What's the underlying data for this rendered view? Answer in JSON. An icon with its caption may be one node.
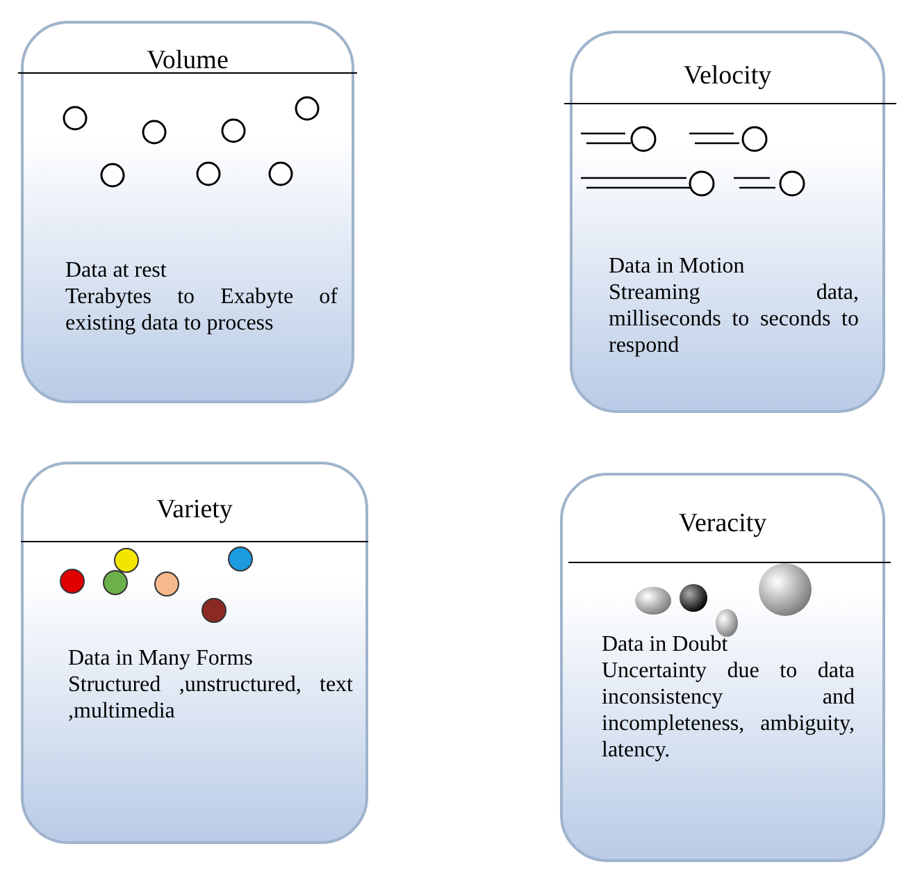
{
  "diagram": {
    "nodes": [
      {
        "text": [
          "Volume",
          "Data at rest",
          "Terabytes to Exabyte of existing data to process"
        ]
      },
      {
        "text": [
          "Velocity",
          "Data in Motion",
          "Streaming data, milliseconds to seconds to respond"
        ]
      },
      {
        "text": [
          "Variety",
          "Data in Many Forms",
          "Structured ,unstructured, text ,multimedia"
        ]
      },
      {
        "text": [
          "Veracity",
          "Data in Doubt",
          "Uncertainty due to data inconsistency and incompleteness, ambiguity, latency."
        ]
      }
    ]
  }
}
